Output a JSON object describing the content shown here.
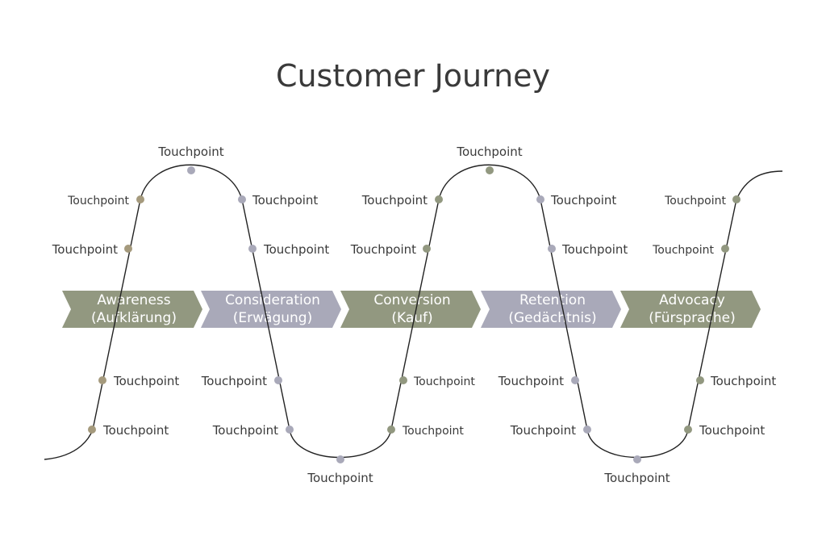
{
  "title": "Customer Journey",
  "colors": {
    "tan": "#a59a7d",
    "lavender": "#a9a9b9",
    "sage": "#929880",
    "line": "#222222",
    "text": "#3a3a3a"
  },
  "stages": [
    {
      "line1": "Awareness",
      "line2": "(Aufklärung)",
      "color": "sage"
    },
    {
      "line1": "Consideration",
      "line2": "(Erwägung)",
      "color": "lavender"
    },
    {
      "line1": "Conversion",
      "line2": "(Kauf)",
      "color": "sage"
    },
    {
      "line1": "Retention",
      "line2": "(Gedächtnis)",
      "color": "lavender"
    },
    {
      "line1": "Advocacy",
      "line2": "(Fürsprache)",
      "color": "sage"
    }
  ],
  "touchpoint_label": "Touchpoint"
}
